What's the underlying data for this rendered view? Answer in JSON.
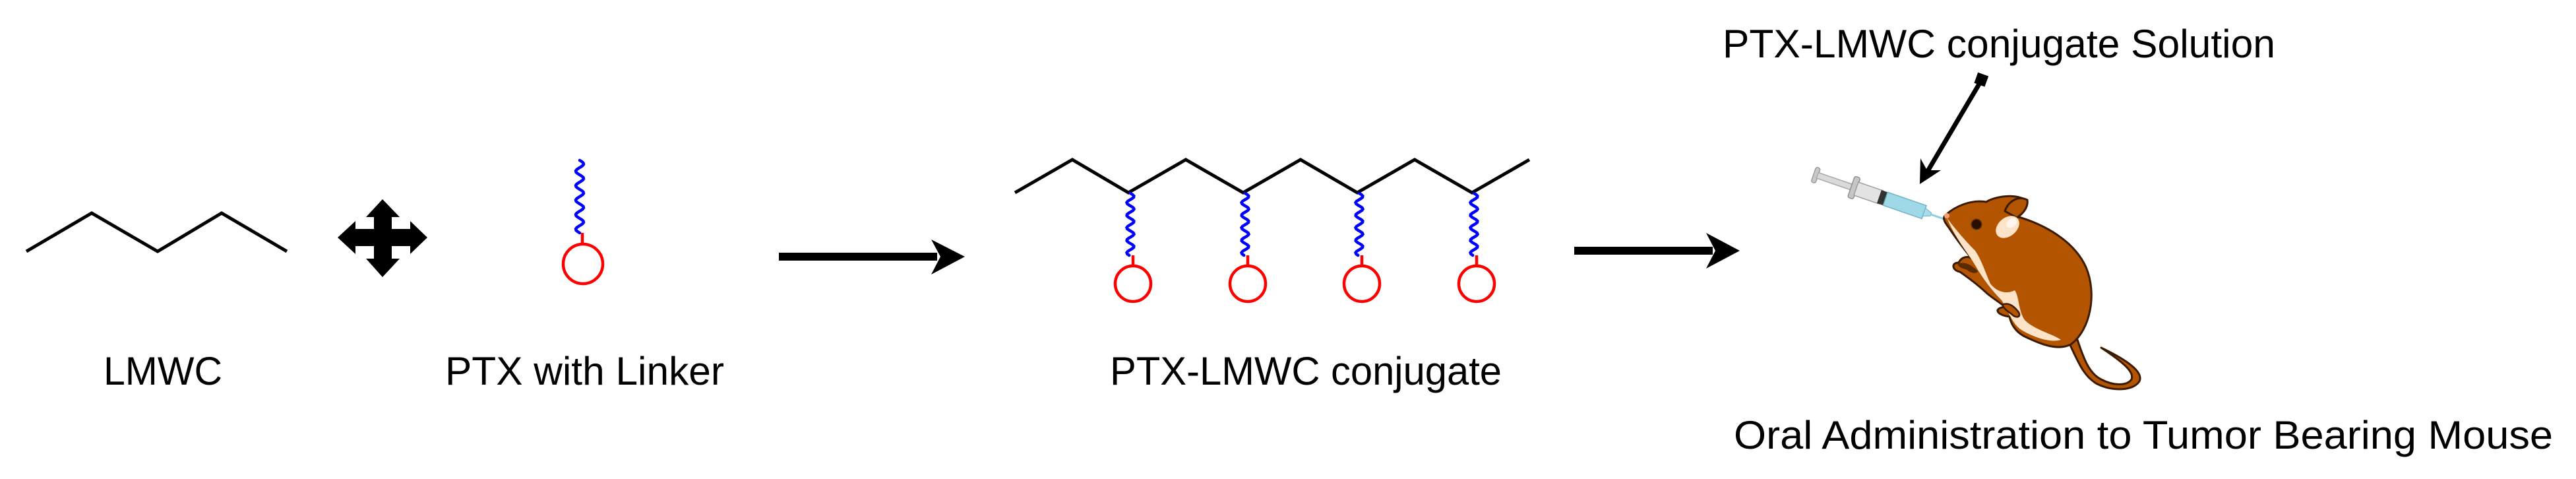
{
  "figure": {
    "labels": {
      "lmwc": "LMWC",
      "ptx_linker": "PTX with Linker",
      "conjugate": "PTX-LMWC conjugate",
      "solution": "PTX-LMWC conjugate Solution",
      "administration": "Oral Administration to Tumor Bearing Mouse"
    },
    "icons": {
      "combine": "four-way-arrow-icon",
      "reaction_arrow_1": "right-arrow-icon",
      "reaction_arrow_2": "right-arrow-icon",
      "pointer": "double-ended-pointer-arrow",
      "syringe": "syringe-icon",
      "mouse": "mouse-icon"
    },
    "colors": {
      "bond": "#000000",
      "linker": "#0000ff",
      "drug": "#ff0000",
      "mouse_body": "#b35400",
      "mouse_belly": "#fde3c8",
      "syringe_fluid": "#9fd8e6"
    },
    "conjugate_pendant_count": 4
  }
}
